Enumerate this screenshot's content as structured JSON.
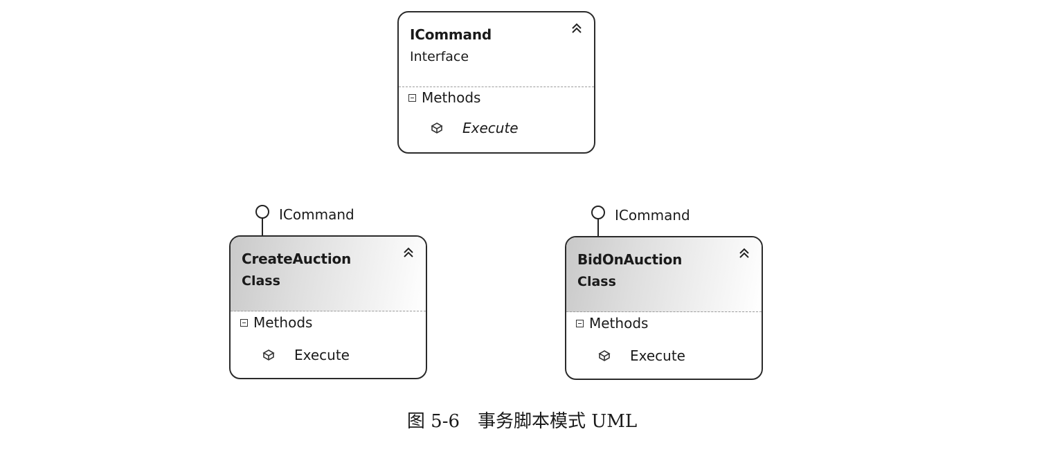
{
  "interface_box": {
    "name": "ICommand",
    "kind": "Interface",
    "section_label": "Methods",
    "method": "Execute"
  },
  "class_left": {
    "interface_label": "ICommand",
    "name": "CreateAuction",
    "kind": "Class",
    "section_label": "Methods",
    "method": "Execute"
  },
  "class_right": {
    "interface_label": "ICommand",
    "name": "BidOnAuction",
    "kind": "Class",
    "section_label": "Methods",
    "method": "Execute"
  },
  "caption": "图 5-6　事务脚本模式 UML"
}
